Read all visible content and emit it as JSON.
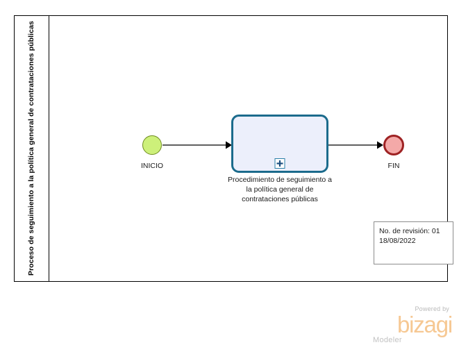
{
  "diagram": {
    "type": "bpmn-process",
    "pool": {
      "lane_label": "Proceso de seguimiento a la política general de contrataciones públicas"
    },
    "elements": {
      "start_event": {
        "label": "INICIO",
        "shape": "circle",
        "fill_color": "#cdf07a",
        "border_color": "#6e8b1f"
      },
      "subprocess_task": {
        "label": "Procedimiento de seguimiento a la política general de contrataciones públicas",
        "marker": "plus-collapsed-subprocess",
        "shape": "rounded-rectangle",
        "fill_color": "#eceffb",
        "border_color": "#1b6b8c"
      },
      "end_event": {
        "label": "FIN",
        "shape": "circle",
        "fill_color": "#f4a9a8",
        "border_color": "#9e2223"
      }
    },
    "annotation": {
      "line1": "No. de revisión: 01",
      "line2": "18/08/2022",
      "border_color": "#8c8c8c"
    }
  },
  "watermark": {
    "powered_by": "Powered by",
    "brand": "bizagi",
    "product": "Modeler",
    "brand_color": "#f6c893",
    "text_color": "#c2c2c2"
  }
}
